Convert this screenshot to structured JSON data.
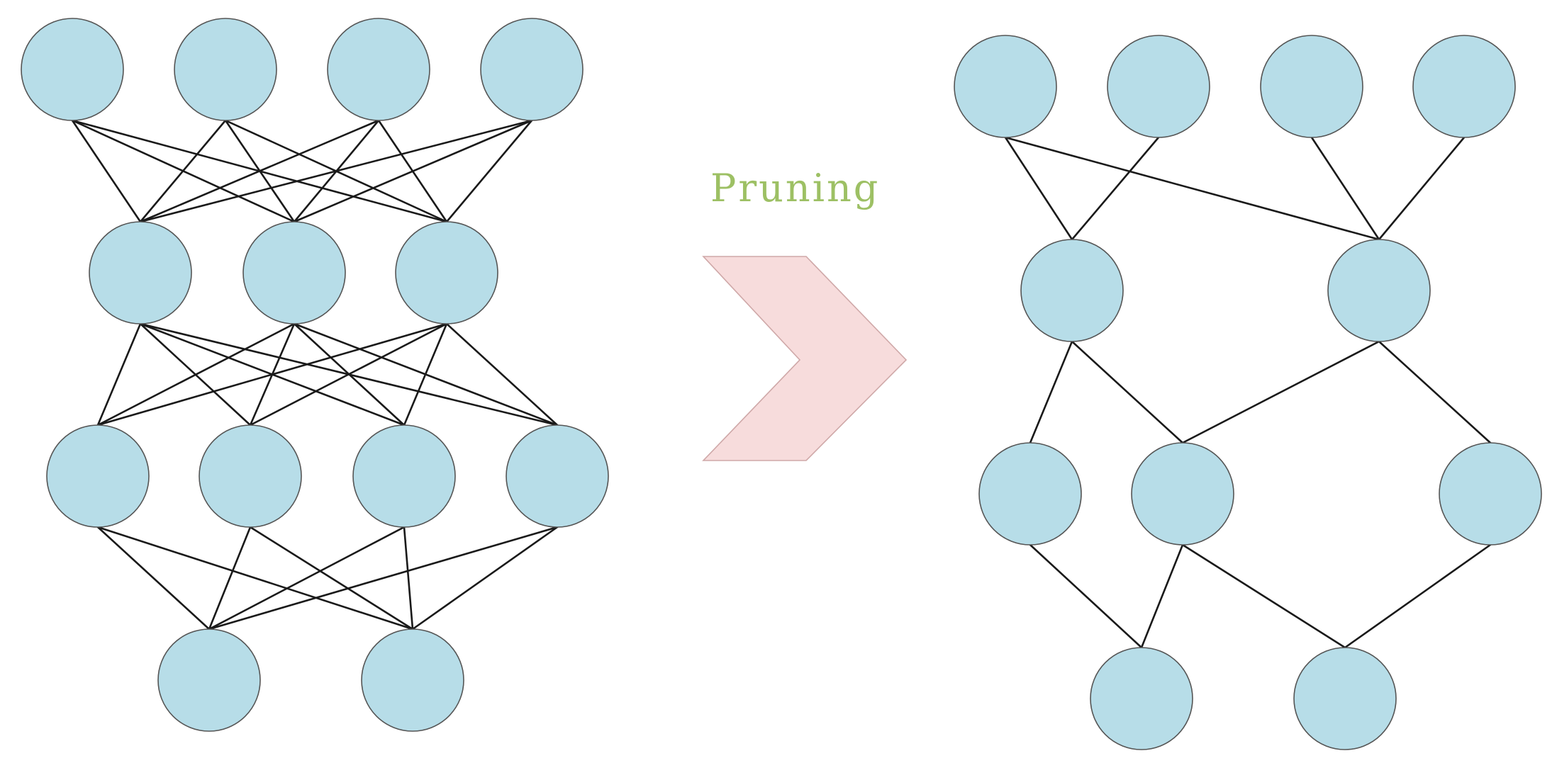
{
  "label": "Pruning",
  "colors": {
    "node_fill": "#b7dde8",
    "arrow_fill": "#f7dcdc",
    "label": "#9dc064",
    "edge": "#1a1a1a"
  },
  "networks": [
    {
      "name": "dense-network",
      "layers": [
        4,
        3,
        4,
        2
      ],
      "edges": [
        [
          [
            0,
            0
          ],
          [
            1,
            0
          ]
        ],
        [
          [
            0,
            0
          ],
          [
            1,
            1
          ]
        ],
        [
          [
            0,
            0
          ],
          [
            1,
            2
          ]
        ],
        [
          [
            0,
            1
          ],
          [
            1,
            0
          ]
        ],
        [
          [
            0,
            1
          ],
          [
            1,
            1
          ]
        ],
        [
          [
            0,
            1
          ],
          [
            1,
            2
          ]
        ],
        [
          [
            0,
            2
          ],
          [
            1,
            0
          ]
        ],
        [
          [
            0,
            2
          ],
          [
            1,
            1
          ]
        ],
        [
          [
            0,
            2
          ],
          [
            1,
            2
          ]
        ],
        [
          [
            0,
            3
          ],
          [
            1,
            0
          ]
        ],
        [
          [
            0,
            3
          ],
          [
            1,
            1
          ]
        ],
        [
          [
            0,
            3
          ],
          [
            1,
            2
          ]
        ],
        [
          [
            1,
            0
          ],
          [
            2,
            0
          ]
        ],
        [
          [
            1,
            0
          ],
          [
            2,
            1
          ]
        ],
        [
          [
            1,
            0
          ],
          [
            2,
            2
          ]
        ],
        [
          [
            1,
            0
          ],
          [
            2,
            3
          ]
        ],
        [
          [
            1,
            1
          ],
          [
            2,
            0
          ]
        ],
        [
          [
            1,
            1
          ],
          [
            2,
            1
          ]
        ],
        [
          [
            1,
            1
          ],
          [
            2,
            2
          ]
        ],
        [
          [
            1,
            1
          ],
          [
            2,
            3
          ]
        ],
        [
          [
            1,
            2
          ],
          [
            2,
            0
          ]
        ],
        [
          [
            1,
            2
          ],
          [
            2,
            1
          ]
        ],
        [
          [
            1,
            2
          ],
          [
            2,
            2
          ]
        ],
        [
          [
            1,
            2
          ],
          [
            2,
            3
          ]
        ],
        [
          [
            2,
            0
          ],
          [
            3,
            0
          ]
        ],
        [
          [
            2,
            0
          ],
          [
            3,
            1
          ]
        ],
        [
          [
            2,
            1
          ],
          [
            3,
            0
          ]
        ],
        [
          [
            2,
            1
          ],
          [
            3,
            1
          ]
        ],
        [
          [
            2,
            2
          ],
          [
            3,
            0
          ]
        ],
        [
          [
            2,
            2
          ],
          [
            3,
            1
          ]
        ],
        [
          [
            2,
            3
          ],
          [
            3,
            0
          ]
        ],
        [
          [
            2,
            3
          ],
          [
            3,
            1
          ]
        ]
      ]
    },
    {
      "name": "pruned-network",
      "layers": [
        4,
        2,
        3,
        2
      ],
      "edges": [
        [
          [
            0,
            0
          ],
          [
            1,
            0
          ]
        ],
        [
          [
            0,
            1
          ],
          [
            1,
            0
          ]
        ],
        [
          [
            0,
            0
          ],
          [
            1,
            1
          ]
        ],
        [
          [
            0,
            2
          ],
          [
            1,
            1
          ]
        ],
        [
          [
            0,
            3
          ],
          [
            1,
            1
          ]
        ],
        [
          [
            1,
            0
          ],
          [
            2,
            0
          ]
        ],
        [
          [
            1,
            0
          ],
          [
            2,
            1
          ]
        ],
        [
          [
            1,
            1
          ],
          [
            2,
            1
          ]
        ],
        [
          [
            1,
            1
          ],
          [
            2,
            2
          ]
        ],
        [
          [
            2,
            0
          ],
          [
            3,
            0
          ]
        ],
        [
          [
            2,
            1
          ],
          [
            3,
            0
          ]
        ],
        [
          [
            2,
            1
          ],
          [
            3,
            1
          ]
        ],
        [
          [
            2,
            2
          ],
          [
            3,
            1
          ]
        ]
      ]
    }
  ]
}
